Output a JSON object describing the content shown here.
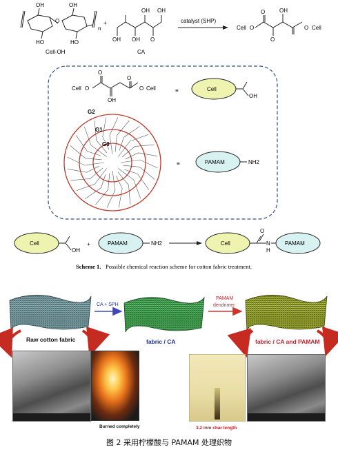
{
  "scheme": {
    "top_reaction": {
      "cell_oh_label": "Cell-OH",
      "subscript_n": "n",
      "plus": "+",
      "ca_label": "CA",
      "arrow_label": "catalyst (SHP)",
      "product_left": "Cell",
      "product_right": "Cell",
      "oh_labels": [
        "OH",
        "HO",
        "OH",
        "HO",
        "OH",
        "OH",
        "OH",
        "OH",
        "OH"
      ],
      "o_labels": [
        "O",
        "O",
        "O",
        "O",
        "O",
        "O",
        "O",
        "O",
        "O",
        "O"
      ]
    },
    "box": {
      "ester_left": "Cell",
      "ester_right": "Cell",
      "ester_oh": "OH",
      "equiv": "≡",
      "cell_label": "Cell",
      "cell_acid": "OH",
      "generations": [
        "G2",
        "G1",
        "G0"
      ],
      "pamam_label": "PAMAM",
      "pamam_group": "NH2"
    },
    "bottom_reaction": {
      "cell_label": "Cell",
      "cell_acid": "OH",
      "plus": "+",
      "pamam_label": "PAMAM",
      "pamam_group": "NH2",
      "product_cell": "Cell",
      "product_pamam": "PAMAM",
      "amide_h": "H",
      "amide_n": "N",
      "amide_o": "O"
    },
    "caption_label": "Scheme 1.",
    "caption_text": "Possible chemical reaction scheme for cotton fabric treatment."
  },
  "photos": {
    "step1_label": "CA + SPH",
    "step2_label_line1": "PAMAM",
    "step2_label_line2": "dendrimer",
    "fabric_labels": [
      "Raw cotton fabric",
      "fabric / CA",
      "fabric / CA and PAMAM"
    ],
    "burned_label": "Burned completely",
    "char_label": "3.2 mm char length",
    "colors": {
      "raw_fabric": "#5d7f86",
      "ca_fabric": "#2f8f3f",
      "pamam_fabric": "#7e8a1e",
      "step1_arrow": "#3f48b8",
      "step2_arrow": "#d0342c",
      "curve_arrow": "#c52b20",
      "label_blue": "#1f2fa8",
      "label_red": "#c61f2a"
    }
  },
  "figure_caption": "图 2  采用柠檬酸与 PAMAM 处理织物"
}
